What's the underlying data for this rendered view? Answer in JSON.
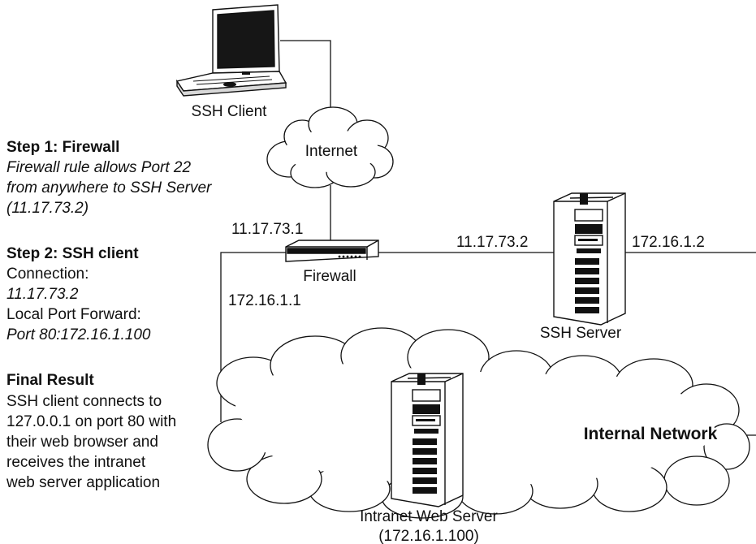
{
  "nodes": {
    "ssh_client": "SSH Client",
    "internet": "Internet",
    "firewall": "Firewall",
    "ssh_server": "SSH Server",
    "web_server": [
      "Intranet Web Server",
      "(172.16.1.100)"
    ],
    "internal_network": "Internal Network"
  },
  "addresses": {
    "firewall_outside": "11.17.73.1",
    "firewall_inside": "172.16.1.1",
    "server_outside": "11.17.73.2",
    "server_inside": "172.16.1.2"
  },
  "steps": [
    {
      "title": "Step 1: Firewall",
      "lines": [
        {
          "text": "Firewall rule allows Port 22",
          "italic": true
        },
        {
          "text": "from anywhere to SSH Server",
          "italic": true
        },
        {
          "text": "(11.17.73.2)",
          "italic": true
        }
      ]
    },
    {
      "title": "Step 2: SSH client",
      "lines": [
        {
          "text": "Connection:",
          "italic": false
        },
        {
          "text": "11.17.73.2",
          "italic": true
        },
        {
          "text": "Local Port Forward:",
          "italic": false
        },
        {
          "text": "Port 80:172.16.1.100",
          "italic": true
        }
      ]
    },
    {
      "title": "Final Result",
      "lines": [
        {
          "text": "SSH client connects to",
          "italic": false
        },
        {
          "text": "127.0.0.1 on port 80 with",
          "italic": false
        },
        {
          "text": "their web browser and",
          "italic": false
        },
        {
          "text": "receives the intranet",
          "italic": false
        },
        {
          "text": "web server application",
          "italic": false
        }
      ]
    }
  ]
}
